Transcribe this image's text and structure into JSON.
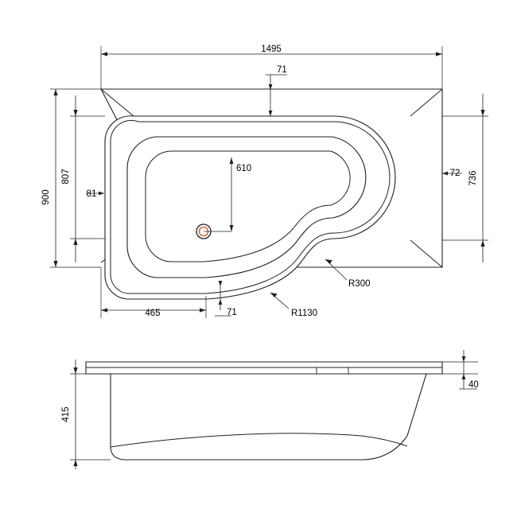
{
  "drawing": {
    "title": "P-shaped shower bath technical drawing",
    "units": "mm",
    "line_color": "#231f20",
    "background": "#ffffff",
    "views": [
      {
        "name": "plan-view",
        "label": "Plan view"
      },
      {
        "name": "section-view",
        "label": "Section view"
      }
    ]
  },
  "dimensions": {
    "overall_length": "1495",
    "overall_width": "900",
    "inner_width": "807",
    "rim_top_offset": "71",
    "rim_bottom_offset": "71",
    "rim_left_offset": "81",
    "rim_right_offset": "72",
    "bath_body_width": "736",
    "inner_length": "610",
    "foot_offset": "465",
    "radius_large": "R1130",
    "radius_small": "R300",
    "rim_thickness": "40",
    "depth": "415"
  },
  "labels": {
    "d_1495": "1495",
    "d_900": "900",
    "d_807": "807",
    "d_71_top": "71",
    "d_71_bottom": "71",
    "d_81": "81",
    "d_72": "72",
    "d_736": "736",
    "d_610": "610",
    "d_465": "465",
    "d_r1130": "R1130",
    "d_r300": "R300",
    "d_40": "40",
    "d_415": "415"
  }
}
